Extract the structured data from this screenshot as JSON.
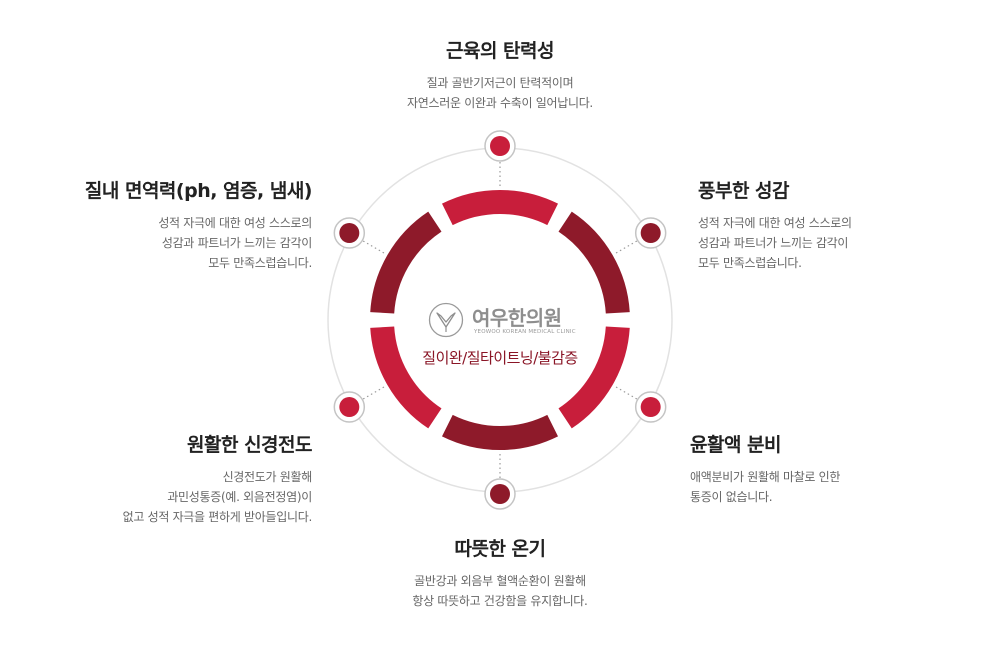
{
  "center": {
    "logo_name": "여우한의원",
    "logo_sub": "YEOWOO KOREAN MEDICAL CLINIC",
    "subtitle": "질이완/질타이트닝/불감증"
  },
  "items": {
    "top": {
      "title": "근육의 탄력성",
      "lines": [
        "질과 골반기저근이 탄력적이며",
        "자연스러운 이완과 수축이 일어납니다."
      ]
    },
    "upper_left": {
      "title": "질내 면역력(ph, 염증, 냄새)",
      "lines": [
        "성적 자극에 대한 여성 스스로의",
        "성감과 파트너가 느끼는 감각이",
        "모두 만족스럽습니다."
      ]
    },
    "upper_right": {
      "title": "풍부한 성감",
      "lines": [
        "성적 자극에 대한 여성 스스로의",
        "성감과 파트너가 느끼는 감각이",
        "모두 만족스럽습니다."
      ]
    },
    "lower_left": {
      "title": "원활한 신경전도",
      "lines": [
        "신경전도가 원활해",
        "과민성통증(예. 외음전정염)이",
        "없고 성적 자극을 편하게 받아들입니다."
      ]
    },
    "lower_right": {
      "title": "윤활액 분비",
      "lines": [
        "애액분비가 원활해 마찰로 인한",
        "통증이 없습니다."
      ]
    },
    "bottom": {
      "title": "따뜻한 온기",
      "lines": [
        "골반강과 외음부 혈액순환이 원활해",
        "항상 따뜻하고 건강함을 유지합니다."
      ]
    }
  },
  "colors": {
    "dark_red": "#8e1a2a",
    "bright_red": "#c81e3b",
    "outer_ring": "#e2e2e2",
    "dot_ring": "#c4c4c4"
  }
}
